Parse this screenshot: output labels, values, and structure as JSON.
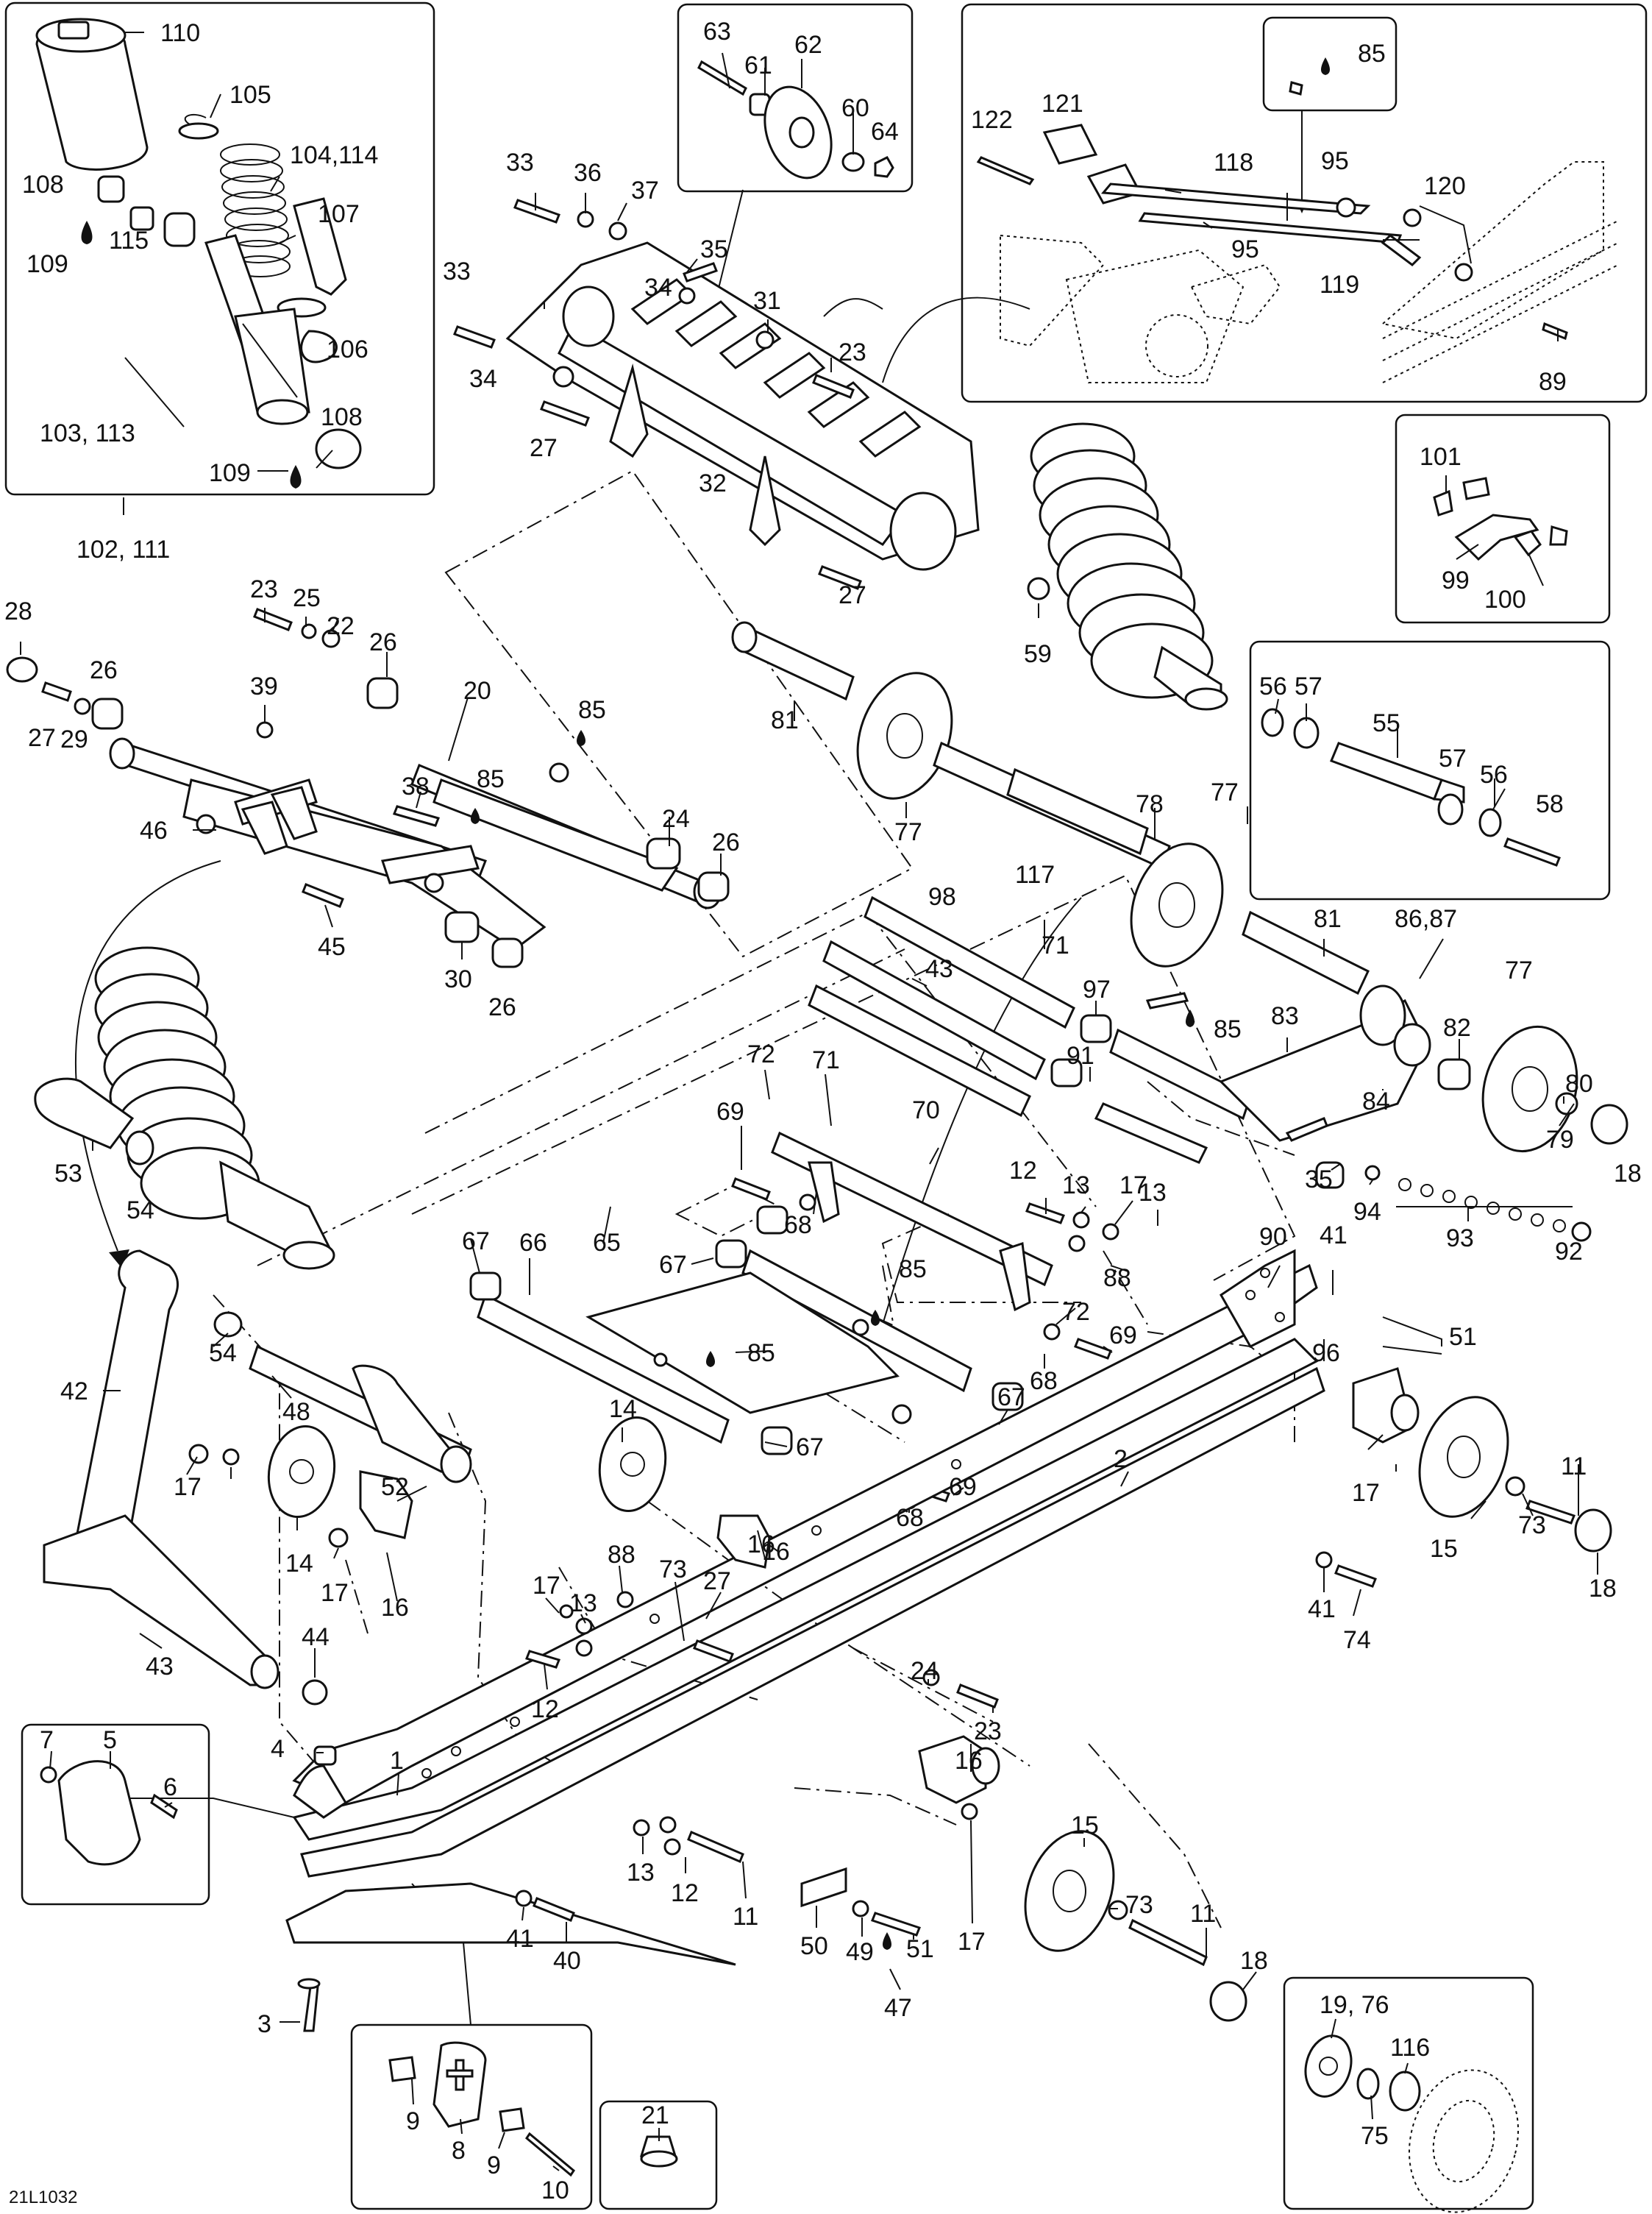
{
  "diagram": {
    "drawing_code": "21L1032",
    "labels": [
      {
        "id": "l110",
        "text": "110"
      },
      {
        "id": "l105",
        "text": "105"
      },
      {
        "id": "l104",
        "text": "104,114"
      },
      {
        "id": "l108a",
        "text": "108"
      },
      {
        "id": "l107",
        "text": "107"
      },
      {
        "id": "l115",
        "text": "115"
      },
      {
        "id": "l109a",
        "text": "109"
      },
      {
        "id": "l106",
        "text": "106"
      },
      {
        "id": "l108b",
        "text": "108"
      },
      {
        "id": "l103",
        "text": "103, 113"
      },
      {
        "id": "l109b",
        "text": "109"
      },
      {
        "id": "l102",
        "text": "102, 111"
      },
      {
        "id": "l63",
        "text": "63"
      },
      {
        "id": "l62",
        "text": "62"
      },
      {
        "id": "l61",
        "text": "61"
      },
      {
        "id": "l60",
        "text": "60"
      },
      {
        "id": "l64",
        "text": "64"
      },
      {
        "id": "l85a",
        "text": "85"
      },
      {
        "id": "l122",
        "text": "122"
      },
      {
        "id": "l121",
        "text": "121"
      },
      {
        "id": "l118",
        "text": "118"
      },
      {
        "id": "l95a",
        "text": "95"
      },
      {
        "id": "l120",
        "text": "120"
      },
      {
        "id": "l95b",
        "text": "95"
      },
      {
        "id": "l119",
        "text": "119"
      },
      {
        "id": "l89",
        "text": "89"
      },
      {
        "id": "l33a",
        "text": "33"
      },
      {
        "id": "l36",
        "text": "36"
      },
      {
        "id": "l37",
        "text": "37"
      },
      {
        "id": "l35a",
        "text": "35"
      },
      {
        "id": "l33b",
        "text": "33"
      },
      {
        "id": "l34a",
        "text": "34"
      },
      {
        "id": "l31",
        "text": "31"
      },
      {
        "id": "l23a",
        "text": "23"
      },
      {
        "id": "l34b",
        "text": "34"
      },
      {
        "id": "l27a",
        "text": "27"
      },
      {
        "id": "l32",
        "text": "32"
      },
      {
        "id": "l27b",
        "text": "27"
      },
      {
        "id": "l101",
        "text": "101"
      },
      {
        "id": "l99",
        "text": "99"
      },
      {
        "id": "l100",
        "text": "100"
      },
      {
        "id": "l59",
        "text": "59"
      },
      {
        "id": "l56a",
        "text": "56"
      },
      {
        "id": "l57a",
        "text": "57"
      },
      {
        "id": "l55",
        "text": "55"
      },
      {
        "id": "l57b",
        "text": "57"
      },
      {
        "id": "l56b",
        "text": "56"
      },
      {
        "id": "l58",
        "text": "58"
      },
      {
        "id": "l28",
        "text": "28"
      },
      {
        "id": "l23b",
        "text": "23"
      },
      {
        "id": "l25",
        "text": "25"
      },
      {
        "id": "l22",
        "text": "22"
      },
      {
        "id": "l26a",
        "text": "26"
      },
      {
        "id": "l26b",
        "text": "26"
      },
      {
        "id": "l20",
        "text": "20"
      },
      {
        "id": "l85b",
        "text": "85"
      },
      {
        "id": "l27c",
        "text": "27"
      },
      {
        "id": "l29",
        "text": "29"
      },
      {
        "id": "l39",
        "text": "39"
      },
      {
        "id": "l38",
        "text": "38"
      },
      {
        "id": "l85c",
        "text": "85"
      },
      {
        "id": "l24a",
        "text": "24"
      },
      {
        "id": "l26c",
        "text": "26"
      },
      {
        "id": "l46",
        "text": "46"
      },
      {
        "id": "l45",
        "text": "45"
      },
      {
        "id": "l30",
        "text": "30"
      },
      {
        "id": "l26d",
        "text": "26"
      },
      {
        "id": "l81a",
        "text": "81"
      },
      {
        "id": "l77a",
        "text": "77"
      },
      {
        "id": "l78",
        "text": "78"
      },
      {
        "id": "l77b",
        "text": "77"
      },
      {
        "id": "l117",
        "text": "117"
      },
      {
        "id": "l81b",
        "text": "81"
      },
      {
        "id": "l86",
        "text": "86,87"
      },
      {
        "id": "l77c",
        "text": "77"
      },
      {
        "id": "l98",
        "text": "98"
      },
      {
        "id": "l71a",
        "text": "71"
      },
      {
        "id": "l43a",
        "text": "43"
      },
      {
        "id": "l97",
        "text": "97"
      },
      {
        "id": "l85d",
        "text": "85"
      },
      {
        "id": "l82",
        "text": "82"
      },
      {
        "id": "l83",
        "text": "83"
      },
      {
        "id": "l91",
        "text": "91"
      },
      {
        "id": "l84",
        "text": "84"
      },
      {
        "id": "l80",
        "text": "80"
      },
      {
        "id": "l79",
        "text": "79"
      },
      {
        "id": "l18a",
        "text": "18"
      },
      {
        "id": "l35b",
        "text": "35"
      },
      {
        "id": "l94",
        "text": "94"
      },
      {
        "id": "l93",
        "text": "93"
      },
      {
        "id": "l92",
        "text": "92"
      },
      {
        "id": "l53",
        "text": "53"
      },
      {
        "id": "l54a",
        "text": "54"
      },
      {
        "id": "l72a",
        "text": "72"
      },
      {
        "id": "l71b",
        "text": "71"
      },
      {
        "id": "l69a",
        "text": "69"
      },
      {
        "id": "l70",
        "text": "70"
      },
      {
        "id": "l68a",
        "text": "68"
      },
      {
        "id": "l12a",
        "text": "12"
      },
      {
        "id": "l13a",
        "text": "13"
      },
      {
        "id": "l17a",
        "text": "17"
      },
      {
        "id": "l13b",
        "text": "13"
      },
      {
        "id": "l67a",
        "text": "67"
      },
      {
        "id": "l66",
        "text": "66"
      },
      {
        "id": "l65",
        "text": "65"
      },
      {
        "id": "l67b",
        "text": "67"
      },
      {
        "id": "l85e",
        "text": "85"
      },
      {
        "id": "l88a",
        "text": "88"
      },
      {
        "id": "l90",
        "text": "90"
      },
      {
        "id": "l41a",
        "text": "41"
      },
      {
        "id": "l72b",
        "text": "72"
      },
      {
        "id": "l69b",
        "text": "69"
      },
      {
        "id": "l96",
        "text": "96"
      },
      {
        "id": "l51a",
        "text": "51"
      },
      {
        "id": "l68b",
        "text": "68"
      },
      {
        "id": "l85f",
        "text": "85"
      },
      {
        "id": "l42",
        "text": "42"
      },
      {
        "id": "l54b",
        "text": "54"
      },
      {
        "id": "l48",
        "text": "48"
      },
      {
        "id": "l14a",
        "text": "14"
      },
      {
        "id": "l67c",
        "text": "67"
      },
      {
        "id": "l67d",
        "text": "67"
      },
      {
        "id": "l17b",
        "text": "17"
      },
      {
        "id": "l52",
        "text": "52"
      },
      {
        "id": "l69c",
        "text": "69"
      },
      {
        "id": "l68c",
        "text": "68"
      },
      {
        "id": "l16a",
        "text": "16"
      },
      {
        "id": "l17c",
        "text": "17"
      },
      {
        "id": "l15a",
        "text": "15"
      },
      {
        "id": "l73a",
        "text": "73"
      },
      {
        "id": "l11a",
        "text": "11"
      },
      {
        "id": "l18b",
        "text": "18"
      },
      {
        "id": "l14b",
        "text": "14"
      },
      {
        "id": "l17d",
        "text": "17"
      },
      {
        "id": "l16b",
        "text": "16"
      },
      {
        "id": "l88b",
        "text": "88"
      },
      {
        "id": "l73b",
        "text": "73"
      },
      {
        "id": "l27d",
        "text": "27"
      },
      {
        "id": "l16c",
        "text": "16"
      },
      {
        "id": "l17e",
        "text": "17"
      },
      {
        "id": "l13c",
        "text": "13"
      },
      {
        "id": "l2",
        "text": "2"
      },
      {
        "id": "l41b",
        "text": "41"
      },
      {
        "id": "l74",
        "text": "74"
      },
      {
        "id": "l43b",
        "text": "43"
      },
      {
        "id": "l44",
        "text": "44"
      },
      {
        "id": "l12b",
        "text": "12"
      },
      {
        "id": "l24b",
        "text": "24"
      },
      {
        "id": "l23c",
        "text": "23"
      },
      {
        "id": "l7",
        "text": "7"
      },
      {
        "id": "l5",
        "text": "5"
      },
      {
        "id": "l6",
        "text": "6"
      },
      {
        "id": "l4",
        "text": "4"
      },
      {
        "id": "l1",
        "text": "1"
      },
      {
        "id": "l16d",
        "text": "16"
      },
      {
        "id": "l13d",
        "text": "13"
      },
      {
        "id": "l12c",
        "text": "12"
      },
      {
        "id": "l11b",
        "text": "11"
      },
      {
        "id": "l15b",
        "text": "15"
      },
      {
        "id": "l73c",
        "text": "73"
      },
      {
        "id": "l17f",
        "text": "17"
      },
      {
        "id": "l41c",
        "text": "41"
      },
      {
        "id": "l40",
        "text": "40"
      },
      {
        "id": "l50",
        "text": "50"
      },
      {
        "id": "l49",
        "text": "49"
      },
      {
        "id": "l51b",
        "text": "51"
      },
      {
        "id": "l11c",
        "text": "11"
      },
      {
        "id": "l18c",
        "text": "18"
      },
      {
        "id": "l47",
        "text": "47"
      },
      {
        "id": "l3",
        "text": "3"
      },
      {
        "id": "l19",
        "text": "19, 76"
      },
      {
        "id": "l116",
        "text": "116"
      },
      {
        "id": "l75",
        "text": "75"
      },
      {
        "id": "l9a",
        "text": "9"
      },
      {
        "id": "l8",
        "text": "8"
      },
      {
        "id": "l9b",
        "text": "9"
      },
      {
        "id": "l10",
        "text": "10"
      },
      {
        "id": "l21",
        "text": "21"
      }
    ]
  }
}
